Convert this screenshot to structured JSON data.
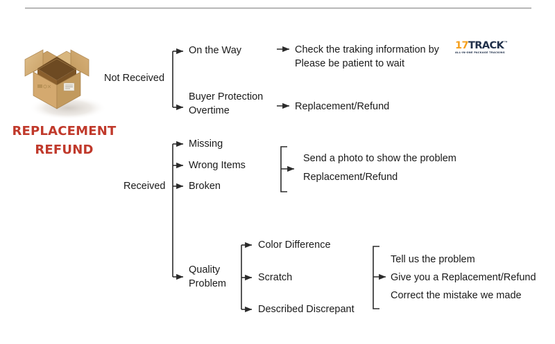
{
  "page": {
    "background_color": "#ffffff",
    "rule_color": "#9a9a9a"
  },
  "brand": {
    "headline": "REPLACEMENT\nREFUND",
    "headline_color": "#C0392B",
    "icon": "open-cardboard-box"
  },
  "logo17track": {
    "num": "17",
    "word": "TRACK",
    "tm": "™",
    "tagline": "ALL-IN-ONE PACKAGE TRACKING",
    "num_color": "#F5A01E",
    "word_color": "#20304A"
  },
  "branches": {
    "not_received": {
      "label": "Not Received",
      "children": [
        {
          "label": "On the Way"
        },
        {
          "label": "Buyer Protection\nOvertime"
        }
      ],
      "outcomes": [
        {
          "label": "Check the traking information by"
        },
        {
          "label": "Please be patient to wait"
        },
        {
          "label": "Replacement/Refund"
        }
      ]
    },
    "received": {
      "label": "Received",
      "children": [
        {
          "label": "Missing"
        },
        {
          "label": "Wrong Items"
        },
        {
          "label": "Broken"
        },
        {
          "label": "Quality\nProblem"
        }
      ],
      "outcome_group_1": "Send a photo to show the problem\nReplacement/Refund",
      "quality_children": [
        {
          "label": "Color Difference"
        },
        {
          "label": "Scratch"
        },
        {
          "label": "Described Discrepant"
        }
      ],
      "quality_outcomes": "Tell us the problem\nGive you a Replacement/Refund\nCorrect the mistake we made"
    }
  }
}
